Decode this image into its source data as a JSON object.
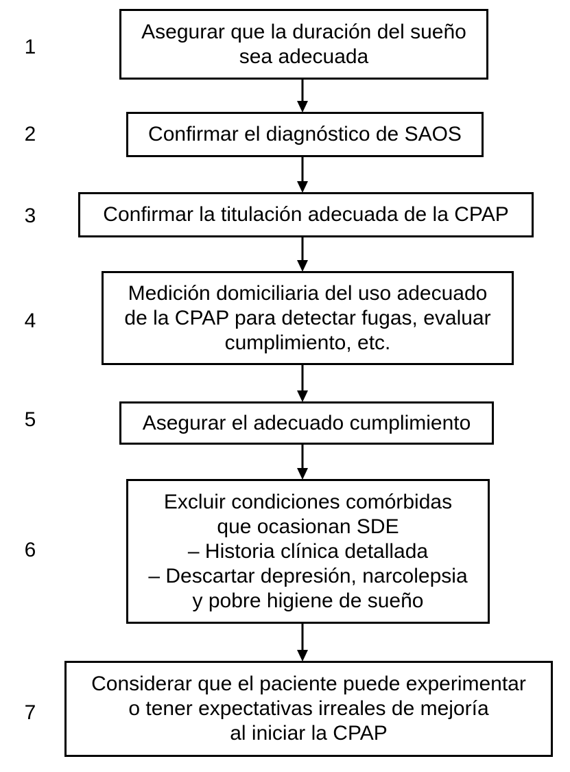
{
  "steps": [
    {
      "number": "1",
      "lines": [
        "Asegurar que la duración del sueño",
        "sea adecuada"
      ]
    },
    {
      "number": "2",
      "lines": [
        "Confirmar el diagnóstico de SAOS"
      ]
    },
    {
      "number": "3",
      "lines": [
        "Confirmar la titulación adecuada de la CPAP"
      ]
    },
    {
      "number": "4",
      "lines": [
        "Medición domiciliaria del uso adecuado",
        "de la CPAP para detectar fugas, evaluar",
        "cumplimiento, etc."
      ]
    },
    {
      "number": "5",
      "lines": [
        "Asegurar el adecuado cumplimiento"
      ]
    },
    {
      "number": "6",
      "lines": [
        "Excluir condiciones comórbidas",
        "que ocasionan SDE",
        "– Historia clínica detallada",
        "– Descartar depresión, narcolepsia",
        "y pobre higiene de sueño"
      ]
    },
    {
      "number": "7",
      "lines": [
        "Considerar que el paciente puede experimentar",
        "o tener expectativas irreales de mejoría",
        "al iniciar la CPAP"
      ]
    }
  ]
}
